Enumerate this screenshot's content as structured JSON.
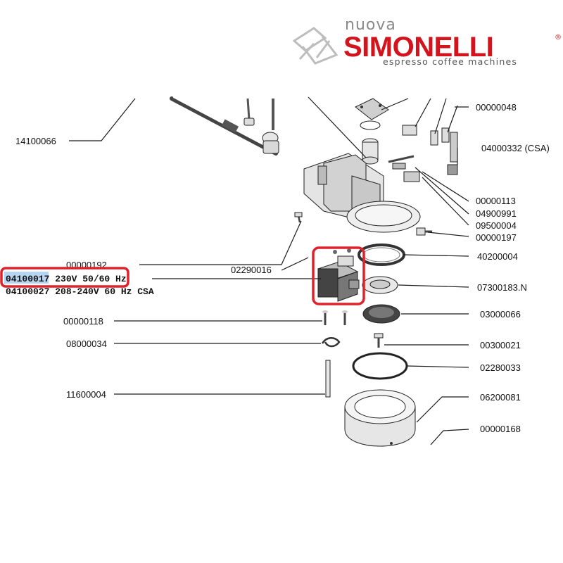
{
  "brand": {
    "prefix": "nuova",
    "name": "SIMONELLI",
    "registered": "®",
    "tagline": "espresso coffee machines",
    "accent_color": "#d4141c"
  },
  "highlight": {
    "selected_code": "04100017",
    "selected_rest": " 230V 50/60 Hz",
    "alt_line": "04100027 208-240V 60 Hz CSA",
    "box_color": "#e0202a",
    "selection_color": "#b7d4f0"
  },
  "labels": {
    "p14100066": "14100066",
    "p00000048": "00000048",
    "p04000332": "04000332 (CSA)",
    "p00000113": "00000113",
    "p04900991": "04900991",
    "p09500004": "09500004",
    "p00000197": "00000197",
    "p00000192": "00000192",
    "p02290016": "02290016",
    "p40200004": "40200004",
    "p07300183": "07300183.N",
    "p00000118": "00000118",
    "p03000066": "03000066",
    "p08000034": "08000034",
    "p00300021": "00300021",
    "p02280033": "02280033",
    "p11600004": "11600004",
    "p06200081": "06200081",
    "p00000168": "00000168"
  }
}
